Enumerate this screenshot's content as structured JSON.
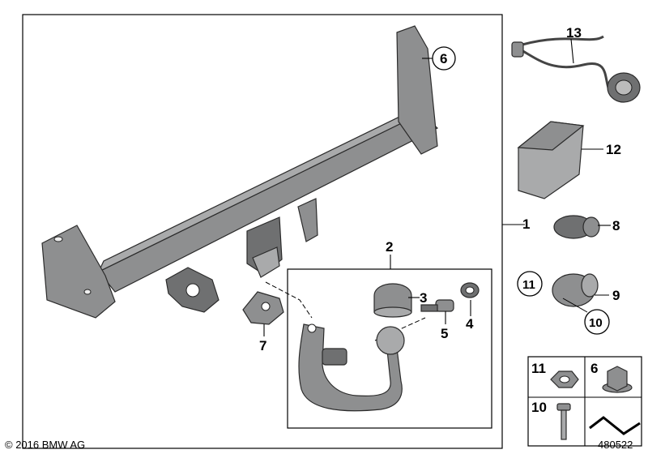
{
  "labels": {
    "p1": "1",
    "p2": "2",
    "p3": "3",
    "p4": "4",
    "p5": "5",
    "p6": "6",
    "p7": "7",
    "p8": "8",
    "p9": "9",
    "p10": "10",
    "p11": "11",
    "p12": "12",
    "p13": "13"
  },
  "legend": {
    "l11": "11",
    "l6": "6",
    "l10": "10"
  },
  "footer": {
    "copyright": "© 2016 BMW AG",
    "diagram_number": "480522"
  }
}
